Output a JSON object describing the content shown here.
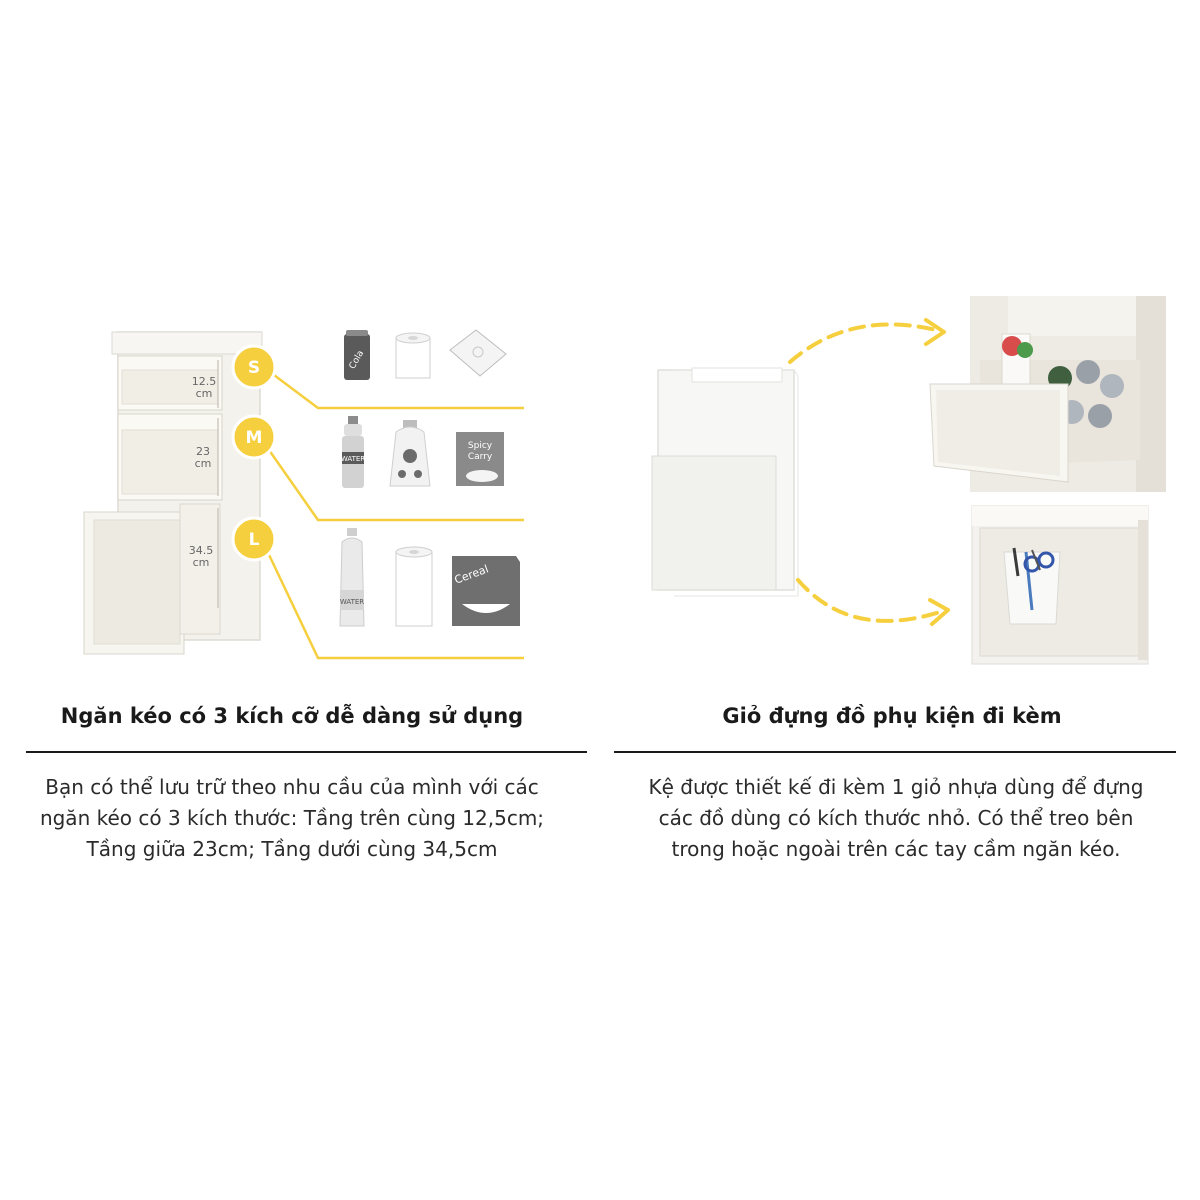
{
  "colors": {
    "accent_yellow": "#F5CF3E",
    "text_dark": "#1a1a1a",
    "text_body": "#2b2b2b",
    "divider": "#1a1a1a",
    "plastic": "#F3F1EC"
  },
  "left": {
    "heading": "Ngăn kéo có 3 kích cỡ dễ dàng sử dụng",
    "description_lines": [
      "Bạn có thể lưu trữ theo nhu cầu của mình với các",
      "ngăn kéo có 3 kích thước: Tầng trên cùng 12,5cm;",
      "Tầng giữa 23cm; Tầng dưới cùng 34,5cm"
    ],
    "sizes": [
      {
        "badge": "S",
        "dimension": "12.5",
        "unit": "cm",
        "items": [
          "cola-can-icon",
          "toilet-paper-icon",
          "cd-case-icon"
        ]
      },
      {
        "badge": "M",
        "dimension": "23",
        "unit": "cm",
        "items": [
          "water-bottle-icon",
          "detergent-bottle-icon",
          "spicy-curry-box-icon"
        ]
      },
      {
        "badge": "L",
        "dimension": "34.5",
        "unit": "cm",
        "items": [
          "large-water-bottle-icon",
          "paper-towel-roll-icon",
          "cereal-box-icon"
        ]
      }
    ],
    "item_labels": {
      "cola": "Cola",
      "water": "WATER",
      "spicy": "Spicy",
      "curry": "Carry",
      "cereal": "Cereal"
    }
  },
  "right": {
    "heading": "Giỏ đựng đồ phụ kiện đi kèm",
    "description_lines": [
      "Kệ được thiết kế đi kèm 1 giỏ nhựa dùng để đựng",
      "các đồ dùng có kích thước nhỏ. Có thể treo bên",
      "trong hoặc ngoài trên các tay cầm ngăn kéo."
    ]
  }
}
